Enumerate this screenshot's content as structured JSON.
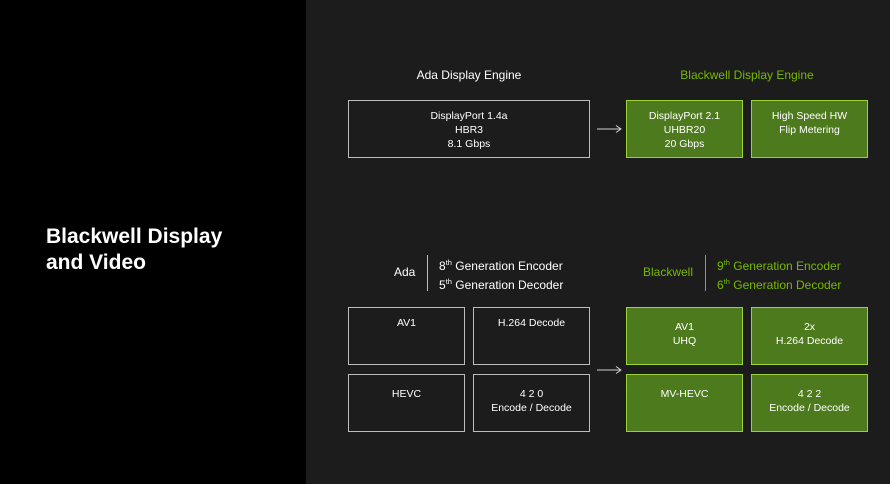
{
  "slide_title": "Blackwell Display\nand Video",
  "colors": {
    "accent": "#76b900",
    "box_green": "#4e7a1e",
    "border_gray": "#bdbdbd"
  },
  "display": {
    "ada_heading": "Ada Display Engine",
    "blackwell_heading": "Blackwell Display Engine",
    "ada_box": "DisplayPort 1.4a\nHBR3\n8.1 Gbps",
    "blackwell_boxes": [
      "DisplayPort 2.1\nUHBR20\n20 Gbps",
      "High Speed HW\nFlip Metering"
    ]
  },
  "video": {
    "ada_label": "Ada",
    "ada_encoder_num": "8",
    "ada_encoder_ord": "th",
    "ada_encoder_text": " Generation Encoder",
    "ada_decoder_num": "5",
    "ada_decoder_ord": "th",
    "ada_decoder_text": " Generation Decoder",
    "blackwell_label": "Blackwell",
    "bw_encoder_num": "9",
    "bw_encoder_ord": "th",
    "bw_encoder_text": " Generation Encoder",
    "bw_decoder_num": "6",
    "bw_decoder_ord": "th",
    "bw_decoder_text": " Generation Decoder",
    "ada_boxes": [
      "AV1",
      "H.264 Decode",
      "HEVC",
      "4 2 0\nEncode / Decode"
    ],
    "blackwell_boxes": [
      "AV1\nUHQ",
      "2x\nH.264 Decode",
      "MV-HEVC",
      "4 2 2\nEncode / Decode"
    ]
  }
}
